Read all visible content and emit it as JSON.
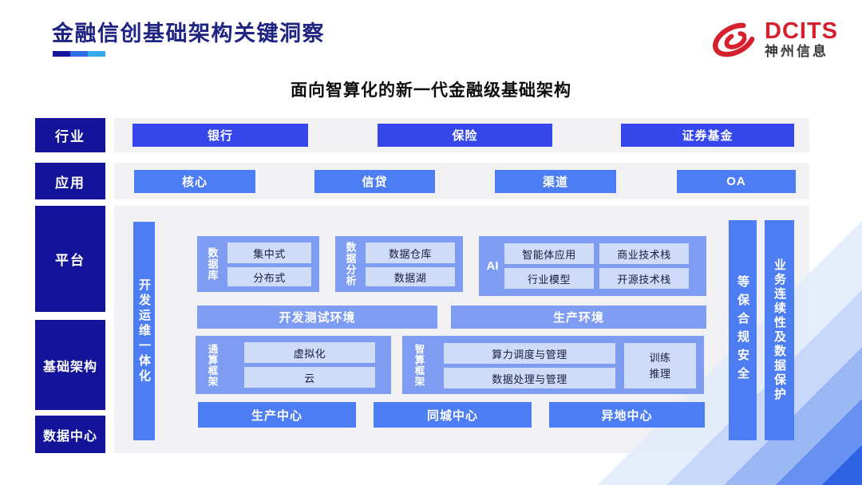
{
  "header": {
    "title": "金融信创基础架构关键洞察",
    "subtitle": "面向智算化的新一代金融级基础架构",
    "logo": {
      "brand": "DCITS",
      "company": "神州信息"
    }
  },
  "rows": {
    "industry": {
      "label": "行业",
      "items": [
        "银行",
        "保险",
        "证券基金"
      ]
    },
    "application": {
      "label": "应用",
      "items": [
        "核心",
        "信贷",
        "渠道",
        "OA"
      ]
    }
  },
  "layers": {
    "platform": "平台",
    "infrastructure": "基础架构",
    "datacenter": "数据中心"
  },
  "bars": {
    "devops": "开发运维一体化",
    "security": "等保合规安全",
    "continuity": "业务连续性及数据保护"
  },
  "platform": {
    "database": {
      "label": "数据库",
      "items": [
        "集中式",
        "分布式"
      ]
    },
    "analytics": {
      "label": "数据分析",
      "items": [
        "数据仓库",
        "数据湖"
      ]
    },
    "ai": {
      "label": "AI",
      "items": [
        "智能体应用",
        "商业技术栈",
        "行业模型",
        "开源技术栈"
      ]
    },
    "environments": [
      "开发测试环境",
      "生产环境"
    ]
  },
  "infrastructure": {
    "general": {
      "label": "通算框架",
      "items": [
        "虚拟化",
        "云"
      ]
    },
    "intelligent": {
      "label": "智算框架",
      "items": [
        "算力调度与管理",
        "数据处理与管理"
      ],
      "side": "训练推理"
    }
  },
  "datacenters": [
    "生产中心",
    "同城中心",
    "异地中心"
  ],
  "colors": {
    "navy_label": "#14149B",
    "title_navy": "#1F2483",
    "bright_blue": "#3546EB",
    "medium_blue": "#4D7DF2",
    "container_blue": "#7F9CF3",
    "subbox_blue": "#CEDCF8",
    "strip_gray": "#F1F1F4",
    "brand_red": "#D5202E",
    "underline": [
      "#17179E",
      "#2E6DE2",
      "#35A9EA"
    ]
  }
}
